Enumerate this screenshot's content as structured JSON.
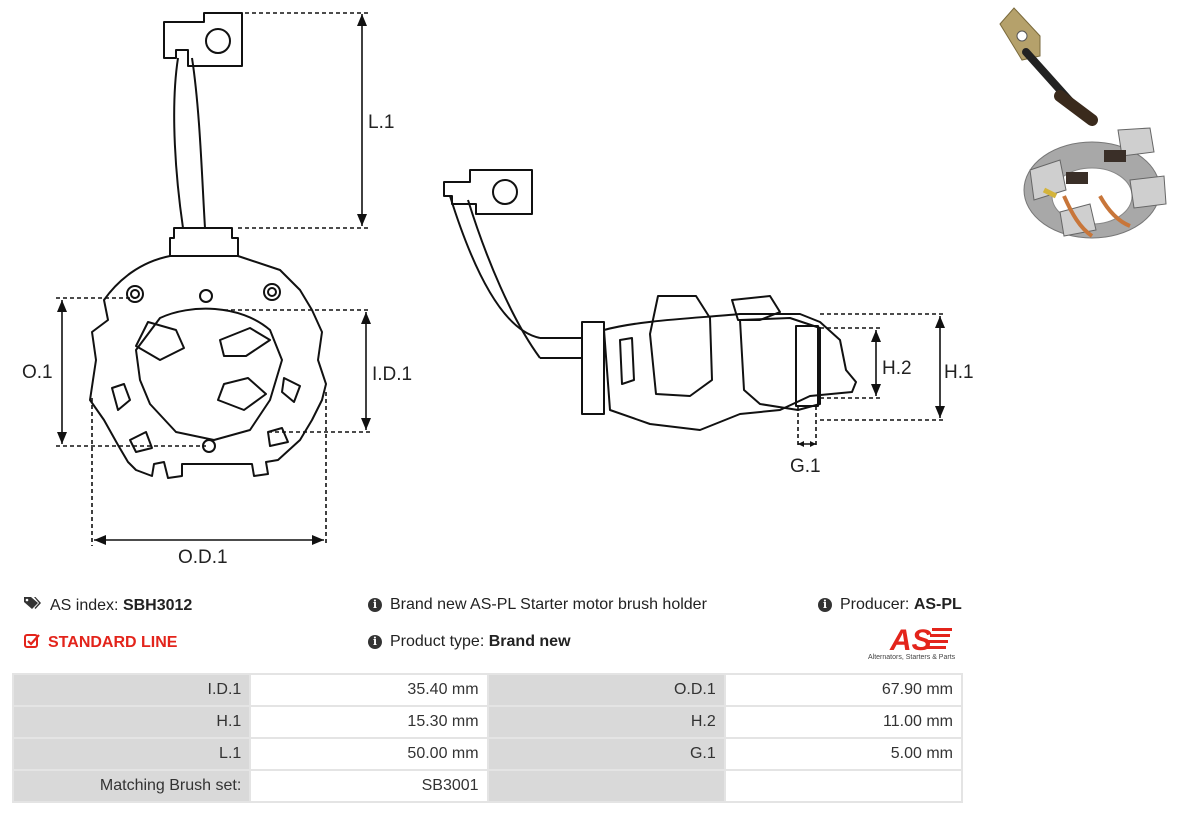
{
  "drawing": {
    "labels": {
      "l1": "L.1",
      "o1": "O.1",
      "id1": "I.D.1",
      "od1": "O.D.1",
      "h2": "H.2",
      "h1": "H.1",
      "g1": "G.1"
    }
  },
  "info": {
    "as_index_label": "AS index:",
    "as_index_value": "SBH3012",
    "standard_line": "STANDARD LINE",
    "description": "Brand new AS-PL Starter motor brush holder",
    "product_type_label": "Product type:",
    "product_type_value": "Brand new",
    "producer_label": "Producer:",
    "producer_value": "AS-PL"
  },
  "logo": {
    "text": "AS",
    "tagline": "Alternators, Starters & Parts"
  },
  "colors": {
    "accent_red": "#e3241b",
    "label_cell": "#d9d9d9",
    "border": "#e4e4e4"
  },
  "specs": [
    [
      {
        "label": "I.D.1",
        "value": "35.40 mm"
      },
      {
        "label": "O.D.1",
        "value": "67.90 mm"
      }
    ],
    [
      {
        "label": "H.1",
        "value": "15.30 mm"
      },
      {
        "label": "H.2",
        "value": "11.00 mm"
      }
    ],
    [
      {
        "label": "L.1",
        "value": "50.00 mm"
      },
      {
        "label": "G.1",
        "value": "5.00 mm"
      }
    ],
    [
      {
        "label": "Matching Brush set:",
        "value": "SB3001"
      },
      {
        "label": "",
        "value": ""
      }
    ]
  ]
}
